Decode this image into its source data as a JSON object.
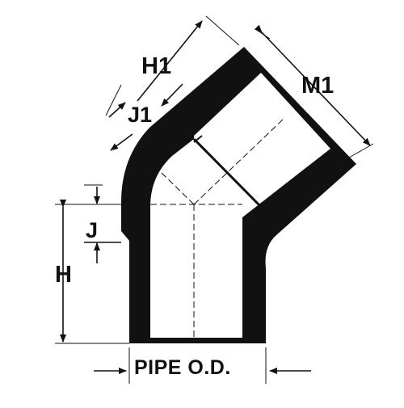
{
  "diagram": {
    "labels": {
      "h1": "H1",
      "m1": "M1",
      "j1": "J1",
      "j": "J",
      "h": "H",
      "pipe_od": "PIPE O.D."
    },
    "colors": {
      "ink": "#111111",
      "background": "#ffffff"
    }
  }
}
